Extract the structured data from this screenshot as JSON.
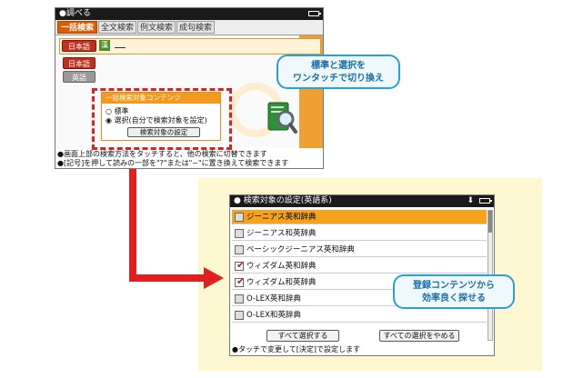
{
  "screen1": {
    "title": "●調べる",
    "tabs": [
      {
        "label": "一括検索",
        "active": true
      },
      {
        "label": "全文検索",
        "active": false
      },
      {
        "label": "例文検索",
        "active": false
      },
      {
        "label": "成句検索",
        "active": false
      }
    ],
    "lang_current": "日本語",
    "kanji_badge": "漢",
    "lang_options": [
      "日本語",
      "英語"
    ],
    "panel_title": "一括検索対象コンテンツ",
    "options": [
      "○ 標準",
      "◉ 選択(自分で検索対象を設定)"
    ],
    "settings_button": "検索対象の設定",
    "footer_lines": [
      "●画面上部の検索方法をタッチすると、他の検索に切替できます",
      "●[記号]を押して読みの一部を\"?\"または\"~\"に置き換えて検索できます"
    ]
  },
  "callout1": {
    "lines": [
      "標準と選択を",
      "ワンタッチで切り換え"
    ]
  },
  "screen2": {
    "title": "● 検索対象の設定(英語系)",
    "items": [
      {
        "label": "ジーニアス英和辞典",
        "checked": false,
        "selected": true
      },
      {
        "label": "ジーニアス和英辞典",
        "checked": false,
        "selected": false
      },
      {
        "label": "ベーシックジーニアス英和辞典",
        "checked": false,
        "selected": false
      },
      {
        "label": "ウィズダム英和辞典",
        "checked": true,
        "selected": false
      },
      {
        "label": "ウィズダム和英辞典",
        "checked": true,
        "selected": false
      },
      {
        "label": "O-LEX英和辞典",
        "checked": false,
        "selected": false
      },
      {
        "label": "O-LEX和英辞典",
        "checked": false,
        "selected": false
      }
    ],
    "select_all_button": "すべて選択する",
    "deselect_all_button": "すべての選択をやめる",
    "footer": "●タッチで変更して[決定]で設定します"
  },
  "callout2": {
    "lines": [
      "登録コンテンツから",
      "効率良く探せる"
    ]
  },
  "colors": {
    "accent_orange": "#f7a21b",
    "arrow_red": "#e02020",
    "callout_blue": "#2a9fd8"
  }
}
